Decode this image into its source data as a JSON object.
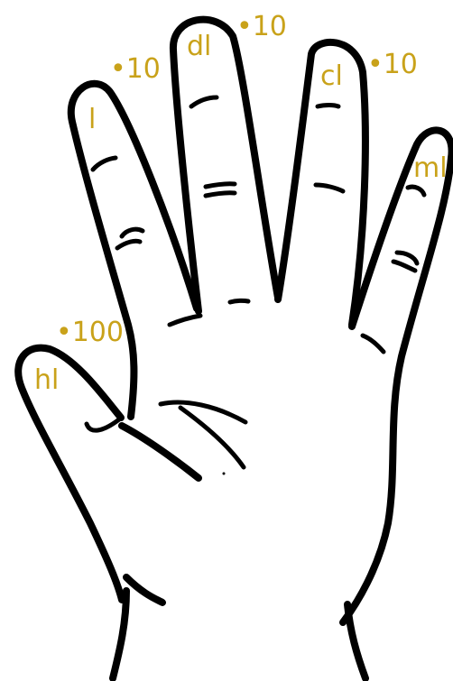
{
  "colors": {
    "label": "#c9a21a",
    "outline": "#000000",
    "background": "#ffffff"
  },
  "fingers": {
    "thumb": {
      "name": "hl",
      "value": "•100"
    },
    "index": {
      "name": "l",
      "value": "•10"
    },
    "middle": {
      "name": "dl",
      "value": "•10"
    },
    "ring": {
      "name": "cl",
      "value": "•10"
    },
    "little": {
      "name": "ml"
    }
  }
}
